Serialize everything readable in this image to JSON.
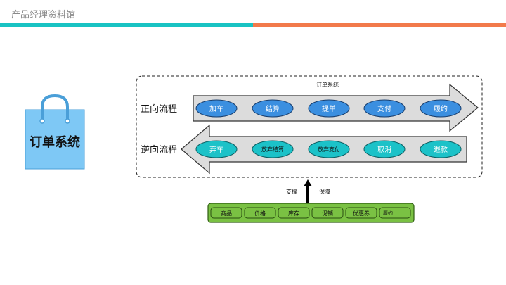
{
  "header": {
    "title": "产品经理资料馆"
  },
  "bag": {
    "label": "订单系统"
  },
  "diagram": {
    "frame_title": "订单系统",
    "forward": {
      "label": "正向流程",
      "steps": [
        "加车",
        "结算",
        "提单",
        "支付",
        "履约"
      ]
    },
    "reverse": {
      "label": "逆向流程",
      "steps": [
        "弃车",
        "放弃结算",
        "放弃支付",
        "取消",
        "退款"
      ]
    },
    "support": {
      "left_label": "支撑",
      "right_label": "保障"
    },
    "modules": [
      "商品",
      "价格",
      "库存",
      "促销",
      "优惠券",
      "履约"
    ]
  },
  "colors": {
    "teal": "#19c3c3",
    "orange": "#f27a4b",
    "bag": "#7ec8f5",
    "forward_oval": "#3b8fe0",
    "reverse_oval": "#1cc2c8",
    "module_green": "#7ac143"
  }
}
